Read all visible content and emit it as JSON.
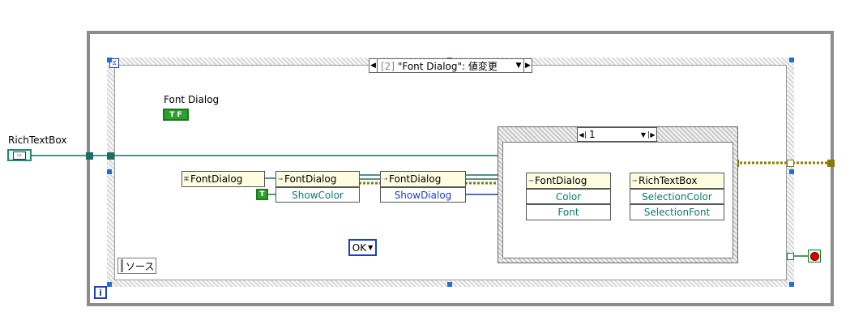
{
  "labels": {
    "richtextbox_terminal": "RichTextBox",
    "font_dialog_label": "Font Dialog",
    "bool_true": "T F",
    "bool_true_const": "T"
  },
  "event_selector": {
    "index": "[2]",
    "text": "\"Font Dialog\": 値変更"
  },
  "nodes": {
    "fontdialog_constructor": "FontDialog",
    "property_node_1": "FontDialog",
    "property_node_1_prop": "ShowColor",
    "invoke_node": "FontDialog",
    "invoke_method": "ShowDialog",
    "property_node_2": "FontDialog",
    "property_node_2_props": [
      "Color",
      "Font"
    ],
    "property_node_3": "RichTextBox",
    "property_node_3_props": [
      "SelectionColor",
      "SelectionFont"
    ]
  },
  "case_selector": "1",
  "ok_ring": "OK",
  "source_label": "ソース",
  "iteration_terminal": "i",
  "icons": {
    "while_loop": "while-loop-frame",
    "stop": "stop-terminal-icon",
    "hourglass": "timeout-icon"
  },
  "colors": {
    "refnum_wire": "#1a6e64",
    "cluster_wire": "#8a7a00",
    "boolean_wire": "#1b7a1b",
    "enum_wire": "#1e3fbf"
  }
}
